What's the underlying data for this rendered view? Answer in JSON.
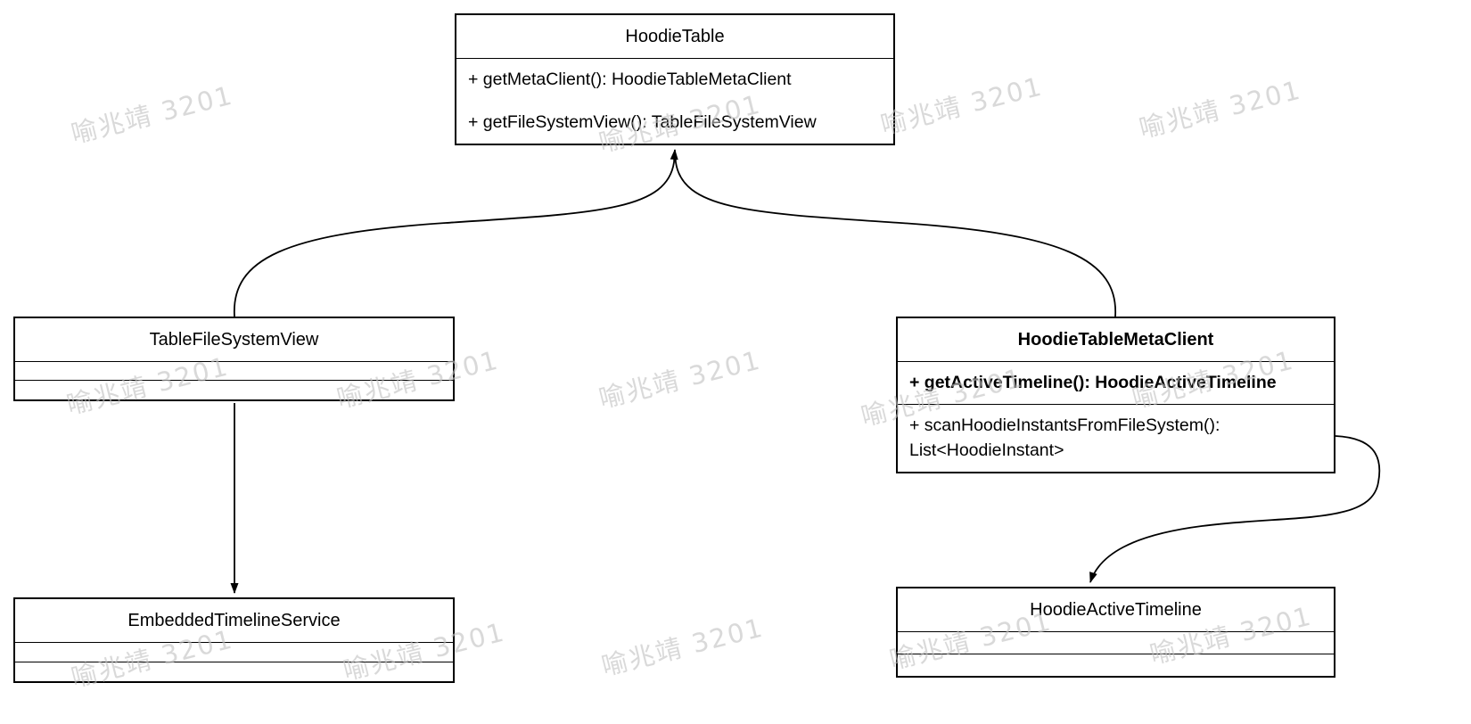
{
  "watermark": {
    "text": "喻兆靖 3201",
    "color": "#c2c2c2"
  },
  "classes": {
    "hoodieTable": {
      "title": "HoodieTable",
      "methods": [
        "+ getMetaClient(): HoodieTableMetaClient",
        "+ getFileSystemView(): TableFileSystemView"
      ]
    },
    "tableFileSystemView": {
      "title": "TableFileSystemView",
      "methods": []
    },
    "hoodieTableMetaClient": {
      "title": "HoodieTableMetaClient",
      "methods": [
        "+ getActiveTimeline(): HoodieActiveTimeline",
        "+ scanHoodieInstantsFromFileSystem(): List<HoodieInstant>"
      ]
    },
    "embeddedTimelineService": {
      "title": "EmbeddedTimelineService",
      "methods": []
    },
    "hoodieActiveTimeline": {
      "title": "HoodieActiveTimeline",
      "methods": []
    }
  },
  "edges": [
    {
      "from": "TableFileSystemView",
      "to": "HoodieTable",
      "style": "curved-arrow"
    },
    {
      "from": "HoodieTableMetaClient",
      "to": "HoodieTable",
      "style": "curved-arrow"
    },
    {
      "from": "TableFileSystemView",
      "to": "EmbeddedTimelineService",
      "style": "straight-arrow"
    },
    {
      "from": "HoodieTableMetaClient",
      "to": "HoodieActiveTimeline",
      "style": "s-curve-arrow"
    }
  ]
}
